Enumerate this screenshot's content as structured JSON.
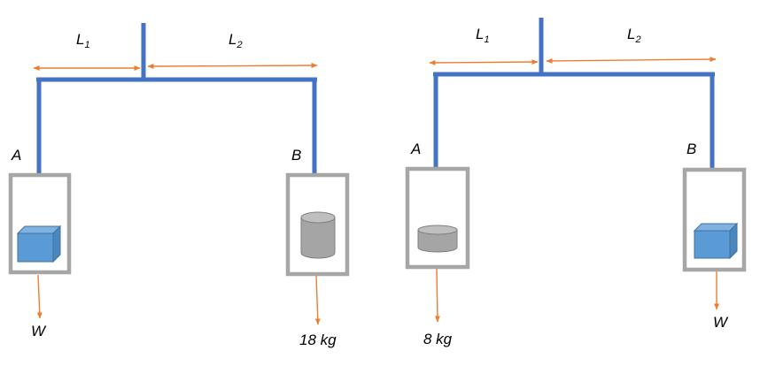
{
  "colors": {
    "beam": "#4472c4",
    "frame": "#a6a6a6",
    "arrow": "#ed7d31"
  },
  "diagrams": [
    {
      "l1": {
        "main": "L",
        "sub": "1"
      },
      "l2": {
        "main": "L",
        "sub": "2"
      },
      "left_label": "A",
      "right_label": "B",
      "left_object": "cube-icon",
      "right_object": "cylinder-icon",
      "left_load": "W",
      "right_load": "18 kg"
    },
    {
      "l1": {
        "main": "L",
        "sub": "1"
      },
      "l2": {
        "main": "L",
        "sub": "2"
      },
      "left_label": "A",
      "right_label": "B",
      "left_object": "cylinder-icon",
      "right_object": "cube-icon",
      "left_load": "8 kg",
      "right_load": "W"
    }
  ]
}
